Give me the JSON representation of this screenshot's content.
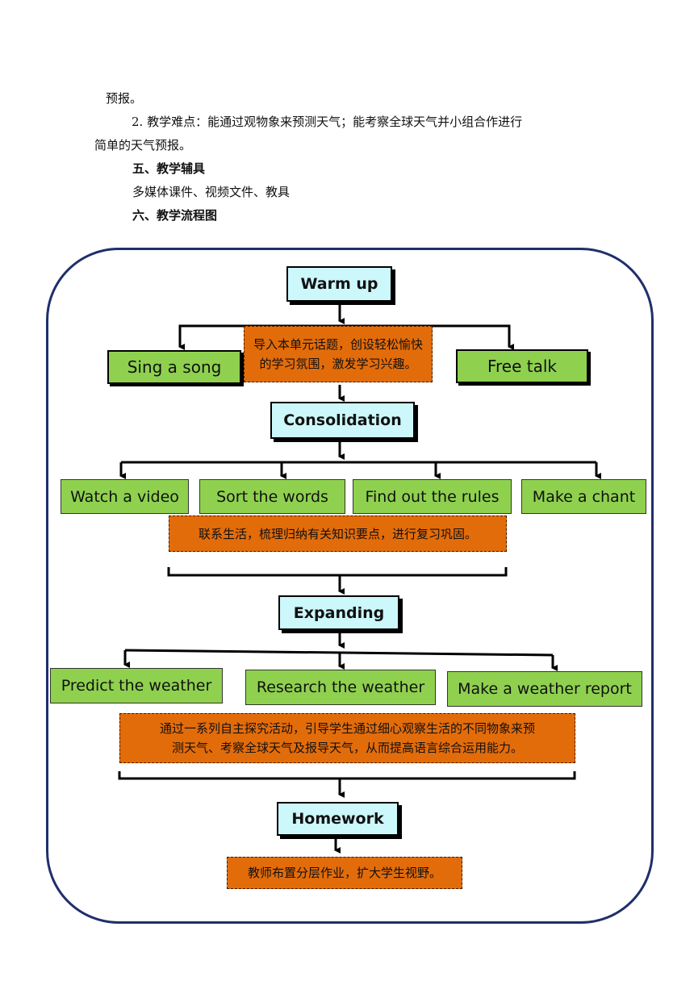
{
  "document": {
    "line1": "预报。",
    "line2": "2. 教学难点：能通过观物象来预测天气；能考察全球天气并小组合作进行",
    "line3": "简单的天气预报。",
    "section5_heading": "五、教学辅具",
    "section5_body": "多媒体课件、视频文件、教具",
    "section6_heading": "六、教学流程图"
  },
  "flowchart": {
    "warmup": {
      "title": "Warm up",
      "left": "Sing a song",
      "right": "Free talk",
      "note_line1": "导入本单元话题，创设轻松愉快",
      "note_line2": "的学习氛围，激发学习兴趣。"
    },
    "consolidation": {
      "title": "Consolidation",
      "items": [
        "Watch a video",
        "Sort the words",
        "Find out the rules",
        "Make a chant"
      ],
      "note": "联系生活，梳理归纳有关知识要点，进行复习巩固。"
    },
    "expanding": {
      "title": "Expanding",
      "items": [
        "Predict the weather",
        "Research the weather",
        "Make a weather report"
      ],
      "note_line1": "通过一系列自主探究活动，引导学生通过细心观察生活的不同物象来预",
      "note_line2": "测天气、考察全球天气及报导天气，从而提高语言综合运用能力。"
    },
    "homework": {
      "title": "Homework",
      "note": "教师布置分层作业，扩大学生视野。"
    }
  }
}
